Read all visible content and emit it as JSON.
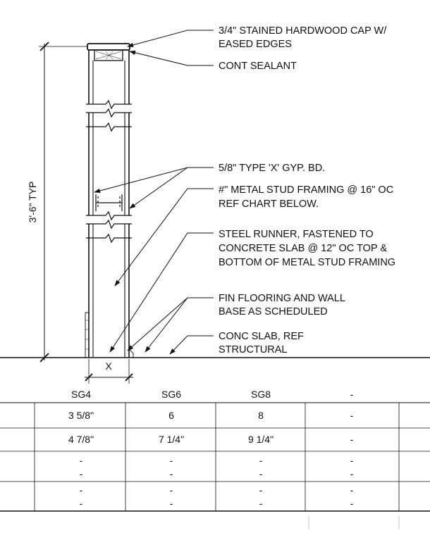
{
  "callouts": [
    {
      "id": "cap",
      "lines": [
        "3/4\" STAINED HARDWOOD CAP W/",
        "EASED EDGES"
      ]
    },
    {
      "id": "sealant",
      "lines": [
        "CONT SEALANT"
      ]
    },
    {
      "id": "gyp",
      "lines": [
        "5/8\" TYPE 'X' GYP. BD."
      ]
    },
    {
      "id": "stud",
      "lines": [
        "#\" METAL STUD FRAMING @ 16\" OC",
        "REF CHART BELOW."
      ]
    },
    {
      "id": "runner",
      "lines": [
        "STEEL RUNNER, FASTENED TO",
        "CONCRETE SLAB @ 12\" OC TOP &",
        "BOTTOM OF METAL STUD FRAMING"
      ]
    },
    {
      "id": "flooring",
      "lines": [
        "FIN FLOORING AND WALL",
        "BASE AS SCHEDULED"
      ]
    },
    {
      "id": "slab",
      "lines": [
        "CONC SLAB, REF",
        "STRUCTURAL"
      ]
    }
  ],
  "dimensions": {
    "height_label": "3'-6\" TYP",
    "width_label": "X"
  },
  "schedule": {
    "headers": [
      "SG4",
      "SG6",
      "SG8",
      "-"
    ],
    "rows": [
      [
        "3 5/8\"",
        "6",
        "8",
        "-"
      ],
      [
        "4 7/8\"",
        "7 1/4\"",
        "9 1/4\"",
        "-"
      ],
      [
        "-\n-",
        "-\n-",
        "-\n-",
        "-\n-"
      ],
      [
        "-\n-",
        "-\n-",
        "-\n-",
        "-\n-"
      ]
    ]
  }
}
